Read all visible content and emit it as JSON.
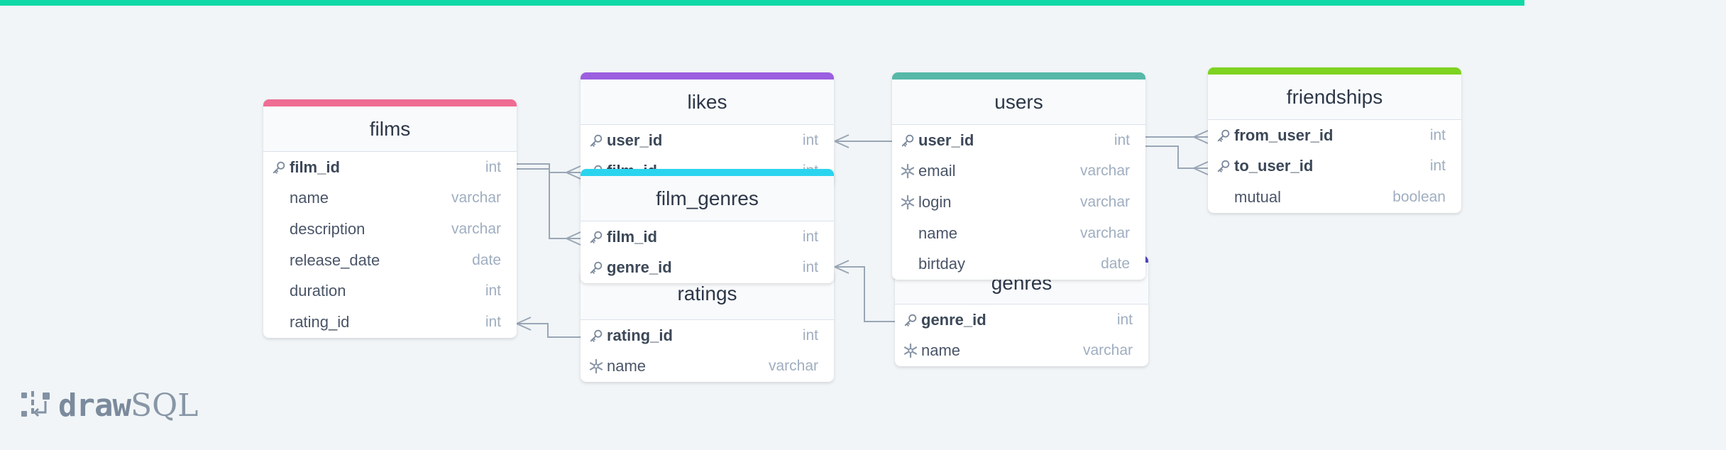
{
  "brand": {
    "name_bold": "draw",
    "name_light": "SQL"
  },
  "colors": {
    "films": "#ef6c93",
    "likes": "#9b5fe0",
    "users": "#56b8a8",
    "friendships": "#7ed321",
    "film_genres": "#2ad4ef",
    "ratings": "#4a5568",
    "genres": "#4f46c0"
  },
  "tables": {
    "films": {
      "title": "films",
      "rows": [
        {
          "name": "film_id",
          "type": "int",
          "key": "primary"
        },
        {
          "name": "name",
          "type": "varchar",
          "key": "none"
        },
        {
          "name": "description",
          "type": "varchar",
          "key": "none"
        },
        {
          "name": "release_date",
          "type": "date",
          "key": "none"
        },
        {
          "name": "duration",
          "type": "int",
          "key": "none"
        },
        {
          "name": "rating_id",
          "type": "int",
          "key": "none"
        }
      ]
    },
    "likes": {
      "title": "likes",
      "rows": [
        {
          "name": "user_id",
          "type": "int",
          "key": "primary"
        },
        {
          "name": "film_id",
          "type": "int",
          "key": "primary"
        }
      ]
    },
    "users": {
      "title": "users",
      "rows": [
        {
          "name": "user_id",
          "type": "int",
          "key": "primary"
        },
        {
          "name": "email",
          "type": "varchar",
          "key": "unique"
        },
        {
          "name": "login",
          "type": "varchar",
          "key": "unique"
        },
        {
          "name": "name",
          "type": "varchar",
          "key": "none"
        },
        {
          "name": "birtday",
          "type": "date",
          "key": "none"
        }
      ]
    },
    "friendships": {
      "title": "friendships",
      "rows": [
        {
          "name": "from_user_id",
          "type": "int",
          "key": "primary"
        },
        {
          "name": "to_user_id",
          "type": "int",
          "key": "primary"
        },
        {
          "name": "mutual",
          "type": "boolean",
          "key": "none"
        }
      ]
    },
    "ratings": {
      "title": "ratings",
      "rows": [
        {
          "name": "rating_id",
          "type": "int",
          "key": "primary"
        },
        {
          "name": "name",
          "type": "varchar",
          "key": "unique"
        }
      ]
    },
    "genres": {
      "title": "genres",
      "rows": [
        {
          "name": "genre_id",
          "type": "int",
          "key": "primary"
        },
        {
          "name": "name",
          "type": "varchar",
          "key": "unique"
        }
      ]
    },
    "film_genres": {
      "title": "film_genres",
      "rows": [
        {
          "name": "film_id",
          "type": "int",
          "key": "primary"
        },
        {
          "name": "genre_id",
          "type": "int",
          "key": "primary"
        }
      ]
    }
  }
}
